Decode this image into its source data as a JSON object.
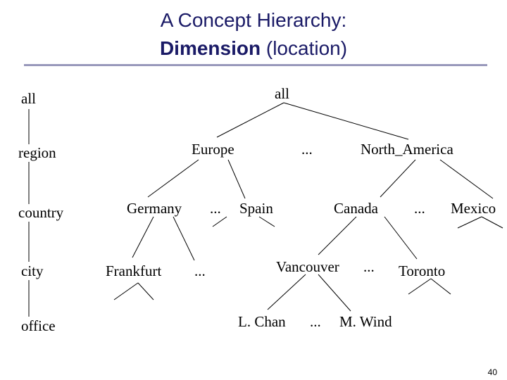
{
  "title": {
    "line1": "A Concept Hierarchy:",
    "bold": "Dimension",
    "rest": " (location)"
  },
  "levels": [
    "all",
    "region",
    "country",
    "city",
    "office"
  ],
  "nodes": {
    "root": "all",
    "europe": "Europe",
    "region_ellipsis": "...",
    "north_america": "North_America",
    "germany": "Germany",
    "country_ellipsis": "...",
    "spain": "Spain",
    "canada": "Canada",
    "na_ellipsis": "...",
    "mexico": "Mexico",
    "frankfurt": "Frankfurt",
    "city_ellipsis": "...",
    "vancouver": "Vancouver",
    "vancouver_ellipsis": "...",
    "toronto": "Toronto",
    "l_chan": "L. Chan",
    "office_ellipsis": "...",
    "m_wind": "M. Wind"
  },
  "page_number": "40"
}
